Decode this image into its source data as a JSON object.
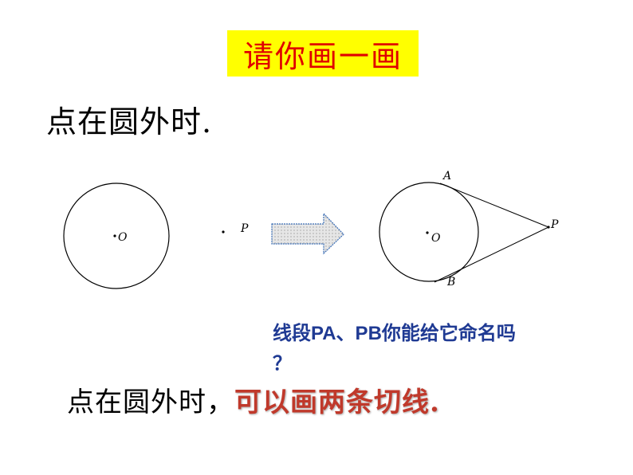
{
  "title": "请你画一画",
  "subtitle": "点在圆外时.",
  "diagram": {
    "left_labels": {
      "center": "O",
      "point": "P"
    },
    "right_labels": {
      "center": "O",
      "point": "P",
      "tangent_a": "A",
      "tangent_b": "B"
    },
    "arrow_fill": "#d9d9d9"
  },
  "question_line1": "线段PA、PB你能给它命名吗",
  "question_line2": "？",
  "conclusion": {
    "prefix": "点在圆外时，",
    "highlight": "可以画两条切线."
  },
  "colors": {
    "title_bg": "#ffff00",
    "title_text": "#e00000",
    "question_text": "#1f3a93",
    "highlight_text": "#c0392b"
  }
}
